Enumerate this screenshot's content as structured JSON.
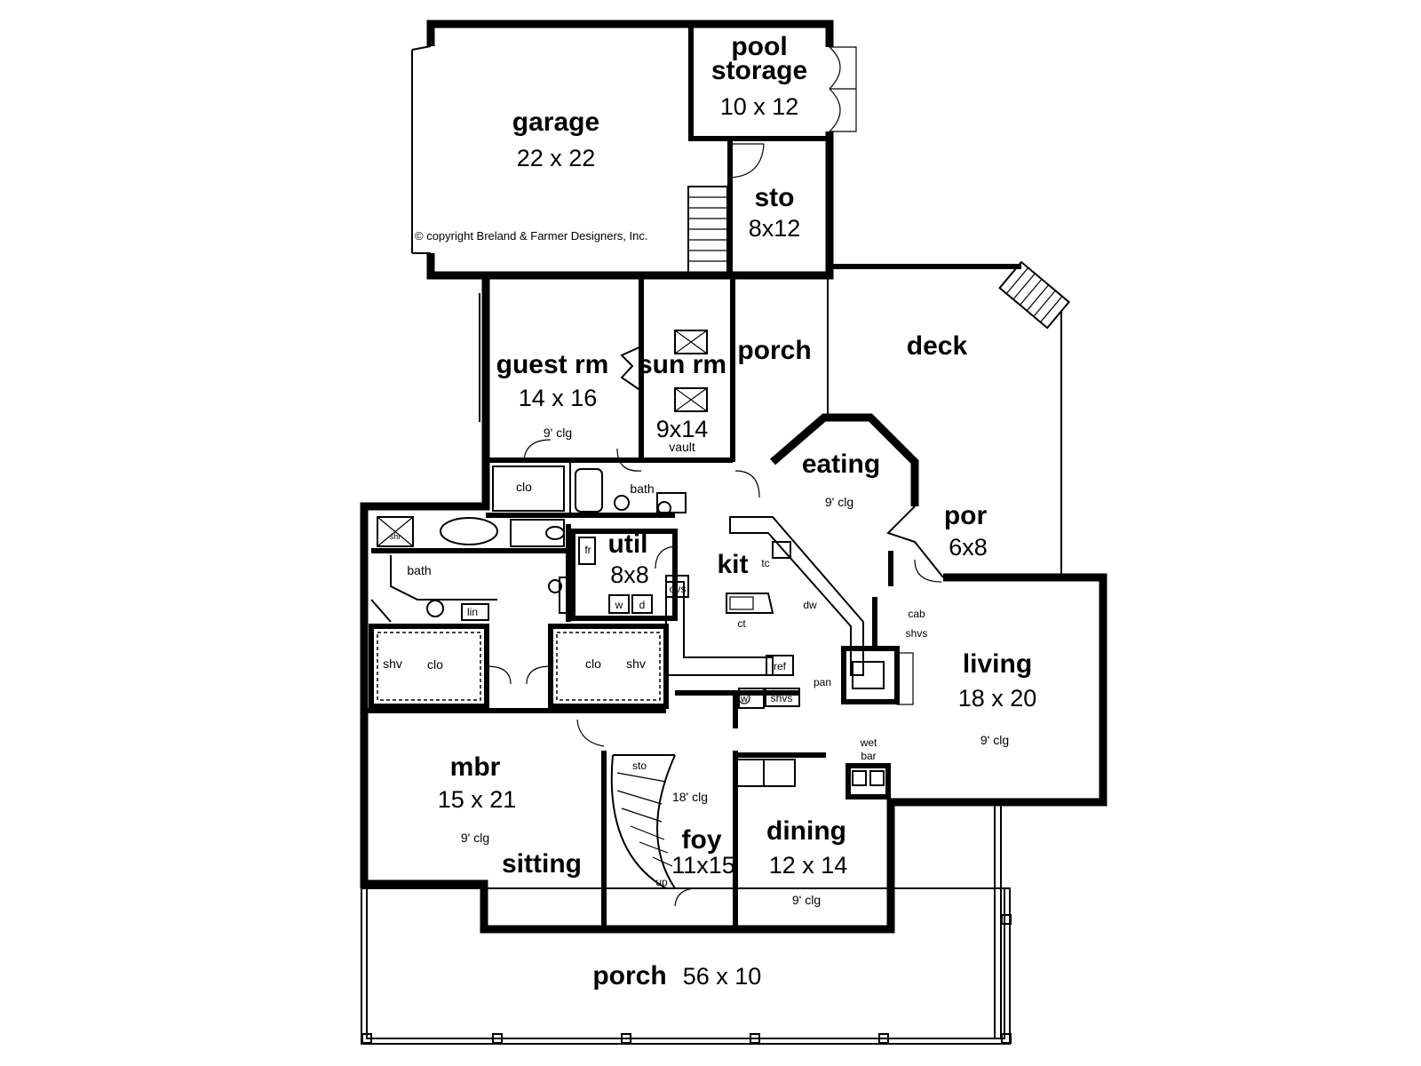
{
  "copyright": "© copyright Breland & Farmer Designers, Inc.",
  "rooms": {
    "garage": {
      "name": "garage",
      "dim": "22 x 22"
    },
    "pool_storage": {
      "name1": "pool",
      "name2": "storage",
      "dim": "10 x 12"
    },
    "sto_top": {
      "name": "sto",
      "dim": "8x12"
    },
    "guest": {
      "name": "guest rm",
      "dim": "14 x 16",
      "clg": "9' clg"
    },
    "sun": {
      "name": "sun rm",
      "dim": "9x14",
      "note": "vault"
    },
    "porch_side": {
      "name": "porch"
    },
    "deck": {
      "name": "deck"
    },
    "eating": {
      "name": "eating",
      "clg": "9' clg"
    },
    "por": {
      "name": "por",
      "dim": "6x8"
    },
    "util": {
      "name": "util",
      "dim": "8x8"
    },
    "kit": {
      "name": "kit"
    },
    "living": {
      "name": "living",
      "dim": "18 x 20",
      "clg": "9' clg"
    },
    "mbr": {
      "name": "mbr",
      "dim": "15 x 21",
      "clg": "9' clg"
    },
    "sitting": {
      "name": "sitting"
    },
    "foy": {
      "name": "foy",
      "dim": "11x15",
      "clg": "18' clg"
    },
    "dining": {
      "name": "dining",
      "dim": "12 x 14",
      "clg": "9' clg"
    },
    "porch_front": {
      "name": "porch",
      "dim": "56 x 10"
    }
  },
  "labels": {
    "clo_a": "clo",
    "bath_a": "bath",
    "shr": "shr",
    "bath_b": "bath",
    "lin": "lin",
    "shv_a": "shv",
    "clo_b": "clo",
    "clo_c": "clo",
    "shv_b": "shv",
    "fr": "fr",
    "w": "w",
    "d": "d",
    "ovs": "ovs",
    "tc": "tc",
    "dw": "dw",
    "ct": "ct",
    "ref": "ref",
    "w2": "w",
    "shvs_a": "shvs",
    "cab": "cab",
    "shvs_b": "shvs",
    "pan": "pan",
    "wet": "wet",
    "bar": "bar",
    "sto_stair": "sto",
    "up": "up"
  }
}
